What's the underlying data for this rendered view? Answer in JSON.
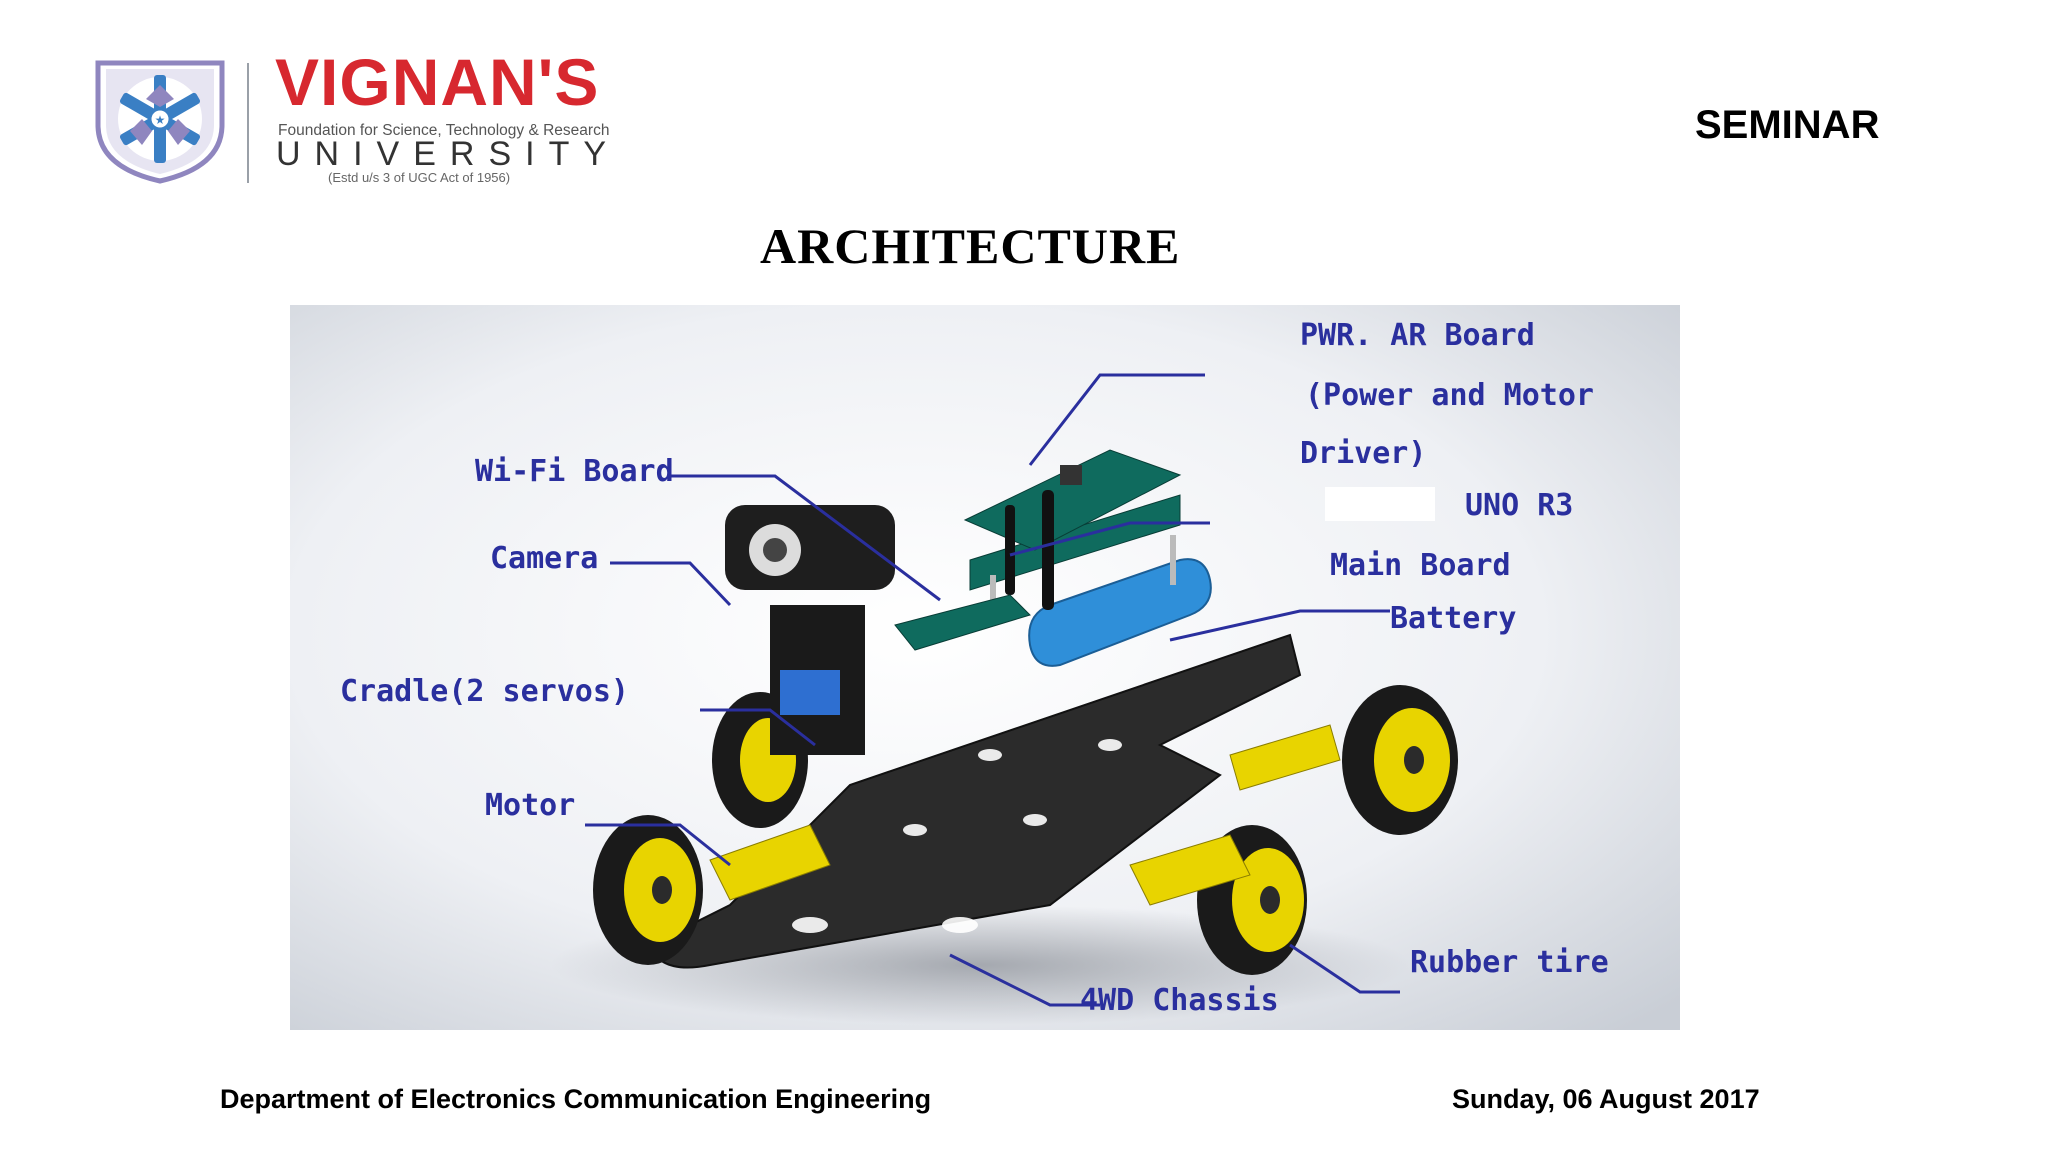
{
  "header": {
    "logo": {
      "name": "VIGNAN'S",
      "foundation": "Foundation for Science, Technology & Research",
      "university": "UNIVERSITY",
      "established": "(Estd u/s 3 of UGC Act of 1956)"
    },
    "seminar_label": "SEMINAR"
  },
  "slide": {
    "title": "ARCHITECTURE"
  },
  "diagram": {
    "labels": {
      "pwr_board_1": "PWR. AR Board",
      "pwr_board_2": "(Power and Motor",
      "pwr_board_3": "Driver)",
      "uno": "UNO R3",
      "main_board": "Main Board",
      "battery": "Battery",
      "wifi_board": "Wi-Fi Board",
      "camera": "Camera",
      "cradle": "Cradle(2 servos)",
      "motor": "Motor",
      "rubber_tire": "Rubber tire",
      "chassis": "4WD Chassis"
    }
  },
  "footer": {
    "department": "Department of Electronics Communication Engineering",
    "date": "Sunday, 06 August 2017"
  },
  "colors": {
    "brand_red": "#d7282f",
    "label_blue": "#2a2f9e",
    "chassis": "#2b2b2b",
    "wheel_yellow": "#e8d400",
    "board_green": "#0f6b5e",
    "battery_blue": "#2f8fd9"
  }
}
